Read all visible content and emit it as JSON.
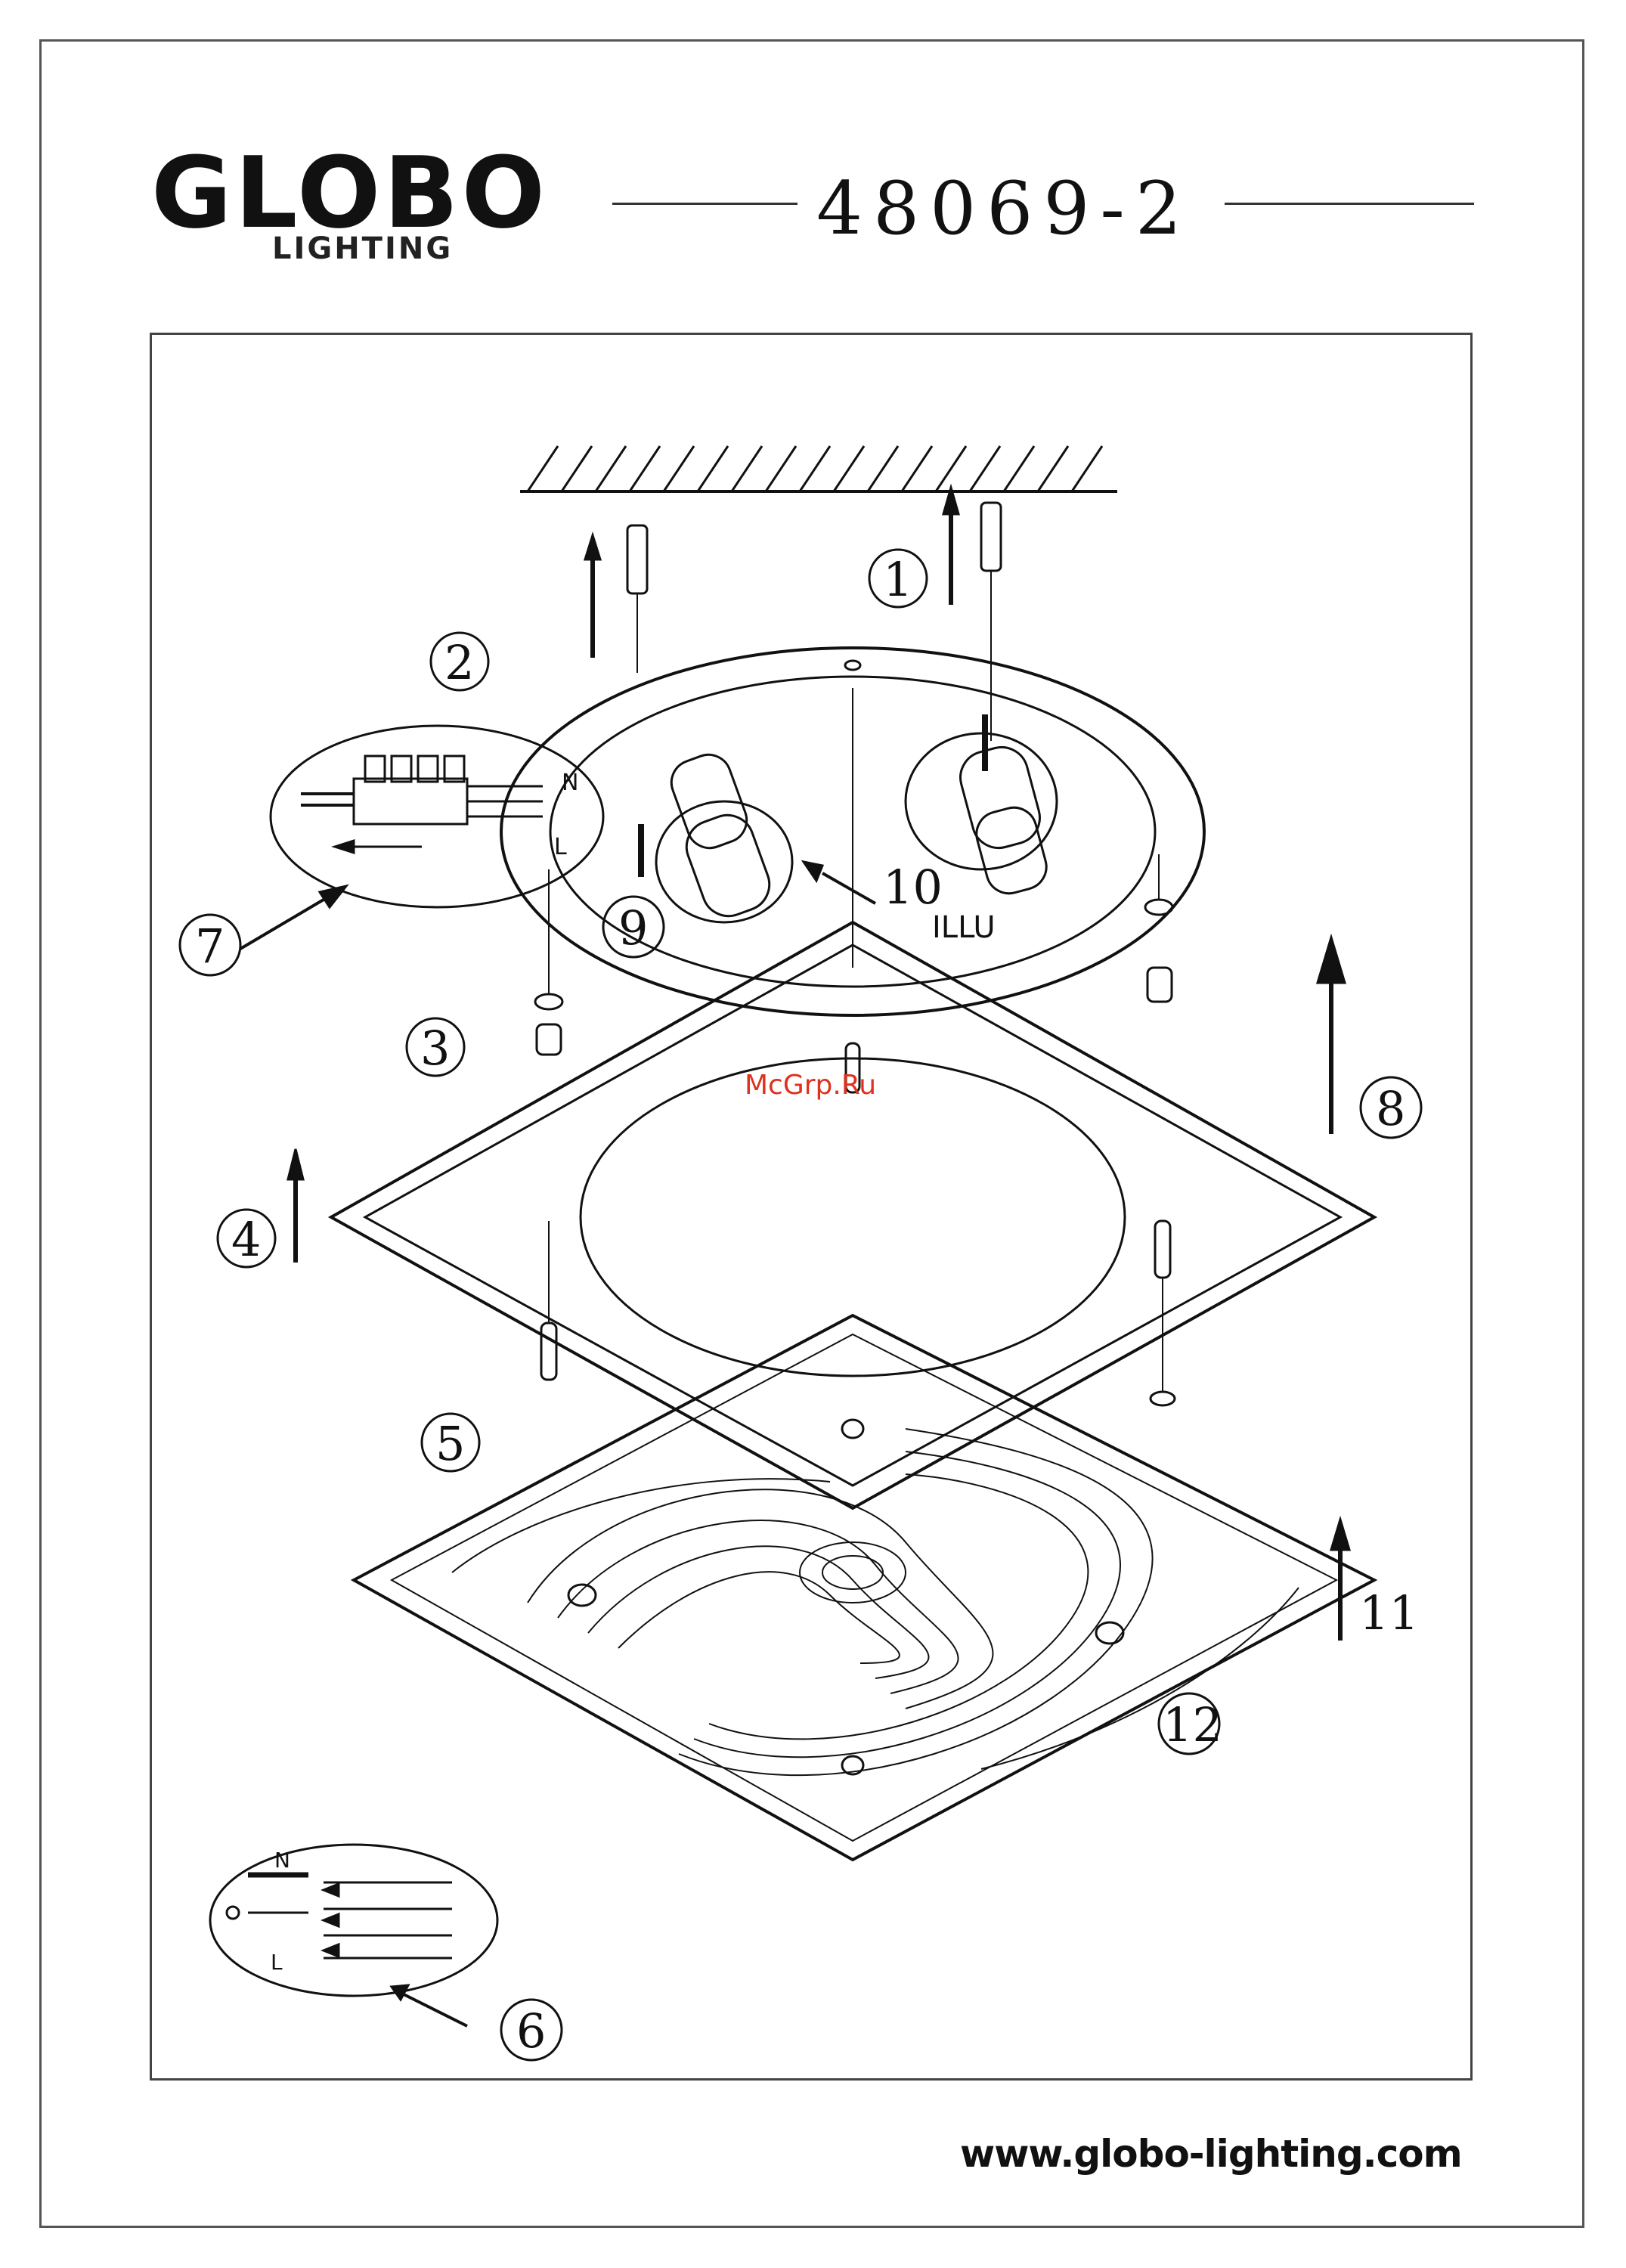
{
  "brand": {
    "name": "GLOBO",
    "subtitle": "LIGHTING"
  },
  "model_number": "48069-2",
  "watermark": "McGrp.Ru",
  "footer_url": "www.globo-lighting.com",
  "diagram": {
    "step_labels": [
      "1",
      "2",
      "3",
      "4",
      "5",
      "6",
      "7",
      "8",
      "9",
      "10",
      "11",
      "12"
    ],
    "lamp_label": "ILLU",
    "wiring_labels": {
      "neutral": "N",
      "live": "L"
    }
  },
  "colors": {
    "line": "#111111",
    "frame": "#444444",
    "watermark": "#e0301e"
  }
}
